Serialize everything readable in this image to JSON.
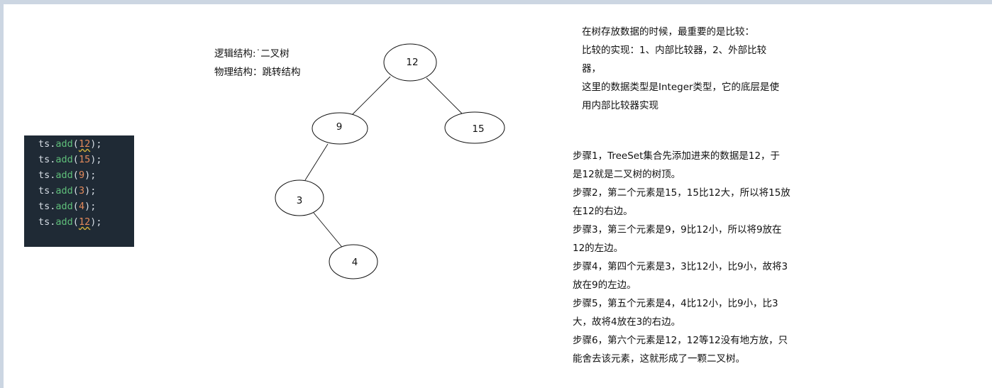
{
  "code": {
    "lines": [
      {
        "obj": "ts",
        "dot": ".",
        "method": "add",
        "open": "(",
        "arg": "12",
        "close": ");",
        "squiggle": true
      },
      {
        "obj": "ts",
        "dot": ".",
        "method": "add",
        "open": "(",
        "arg": "15",
        "close": ");",
        "squiggle": false
      },
      {
        "obj": "ts",
        "dot": ".",
        "method": "add",
        "open": "(",
        "arg": "9",
        "close": ");",
        "squiggle": false
      },
      {
        "obj": "ts",
        "dot": ".",
        "method": "add",
        "open": "(",
        "arg": "3",
        "close": ");",
        "squiggle": false
      },
      {
        "obj": "ts",
        "dot": ".",
        "method": "add",
        "open": "(",
        "arg": "4",
        "close": ");",
        "squiggle": false
      },
      {
        "obj": "ts",
        "dot": ".",
        "method": "add",
        "open": "(",
        "arg": "12",
        "close": ");",
        "squiggle": true
      }
    ]
  },
  "structure": {
    "logical": "逻辑结构:˙二叉树",
    "physical": "物理结构：跳转结构"
  },
  "tree": {
    "nodes": [
      {
        "id": "n12",
        "label": "12"
      },
      {
        "id": "n9",
        "label": "9"
      },
      {
        "id": "n15",
        "label": "15"
      },
      {
        "id": "n3",
        "label": "3"
      },
      {
        "id": "n4",
        "label": "4"
      }
    ],
    "edges": [
      {
        "from": "n12",
        "to": "n9"
      },
      {
        "from": "n12",
        "to": "n15"
      },
      {
        "from": "n9",
        "to": "n3"
      },
      {
        "from": "n3",
        "to": "n4"
      }
    ]
  },
  "notes": {
    "lines": [
      "在树存放数据的时候，最重要的是比较：",
      "比较的实现：1、内部比较器，2、外部比较",
      "器，",
      "这里的数据类型是Integer类型，它的底层是使",
      "用内部比较器实现"
    ]
  },
  "steps": {
    "lines": [
      "步骤1，TreeSet集合先添加进来的数据是12，于",
      "是12就是二叉树的树顶。",
      "步骤2，第二个元素是15，15比12大，所以将15放",
      "在12的右边。",
      "步骤3，第三个元素是9，9比12小，所以将9放在",
      "12的左边。",
      "步骤4，第四个元素是3，3比12小，比9小，故将3",
      "放在9的左边。",
      "步骤5，第五个元素是4，4比12小，比9小，比3",
      "大，故将4放在3的右边。",
      "步骤6，第六个元素是12，12等12没有地方放，只",
      "能舍去该元素，这就形成了一颗二叉树。"
    ]
  }
}
